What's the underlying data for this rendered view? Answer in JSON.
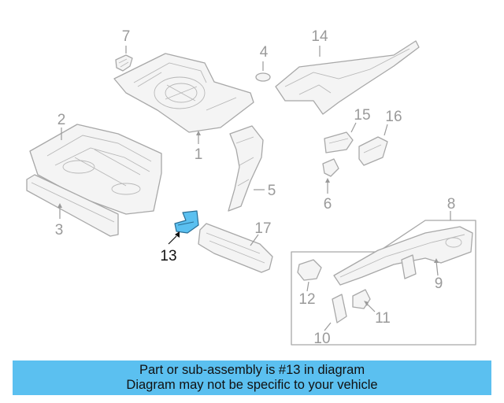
{
  "callouts": [
    {
      "id": "1",
      "label": "1"
    },
    {
      "id": "2",
      "label": "2"
    },
    {
      "id": "3",
      "label": "3"
    },
    {
      "id": "4",
      "label": "4"
    },
    {
      "id": "5",
      "label": "5"
    },
    {
      "id": "6",
      "label": "6"
    },
    {
      "id": "7",
      "label": "7"
    },
    {
      "id": "8",
      "label": "8"
    },
    {
      "id": "9",
      "label": "9"
    },
    {
      "id": "10",
      "label": "10"
    },
    {
      "id": "11",
      "label": "11"
    },
    {
      "id": "12",
      "label": "12"
    },
    {
      "id": "13",
      "label": "13"
    },
    {
      "id": "14",
      "label": "14"
    },
    {
      "id": "15",
      "label": "15"
    },
    {
      "id": "16",
      "label": "16"
    },
    {
      "id": "17",
      "label": "17"
    }
  ],
  "highlighted_part": "13",
  "colors": {
    "highlight_part": "#5bc0f0",
    "banner_bg": "#5bc0f0",
    "line_art": "#a8a8a8"
  },
  "banner": {
    "line1": "Part or sub-assembly is #13 in diagram",
    "line2": "Diagram may not be specific to your vehicle"
  }
}
